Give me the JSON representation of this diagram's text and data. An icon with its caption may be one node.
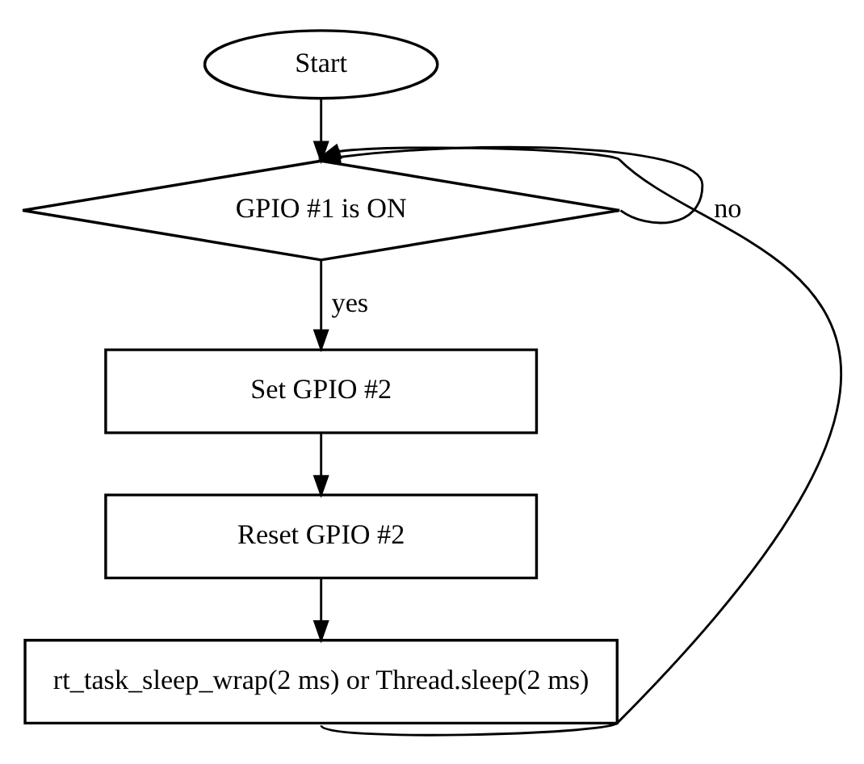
{
  "diagram": {
    "nodes": [
      {
        "text": [
          "Start"
        ]
      },
      {
        "text": [
          "GPIO #1 is ON"
        ]
      },
      {
        "text": [
          "Set GPIO #2"
        ]
      },
      {
        "text": [
          "Reset GPIO #2"
        ]
      },
      {
        "text": [
          "rt_task_sleep_wrap(2 ms) or Thread.sleep(2 ms)"
        ]
      }
    ],
    "edges": [
      {
        "from": 0,
        "to": 1,
        "arrow": "to"
      },
      {
        "from": 1,
        "to": 2,
        "arrow": "to",
        "label": "yes"
      },
      {
        "from": 2,
        "to": 3,
        "arrow": "to"
      },
      {
        "from": 3,
        "to": 4,
        "arrow": "to"
      },
      {
        "from": 4,
        "to": 1,
        "arrow": "to"
      },
      {
        "from": 1,
        "to": 1,
        "arrow": "to",
        "label": "no"
      }
    ]
  }
}
